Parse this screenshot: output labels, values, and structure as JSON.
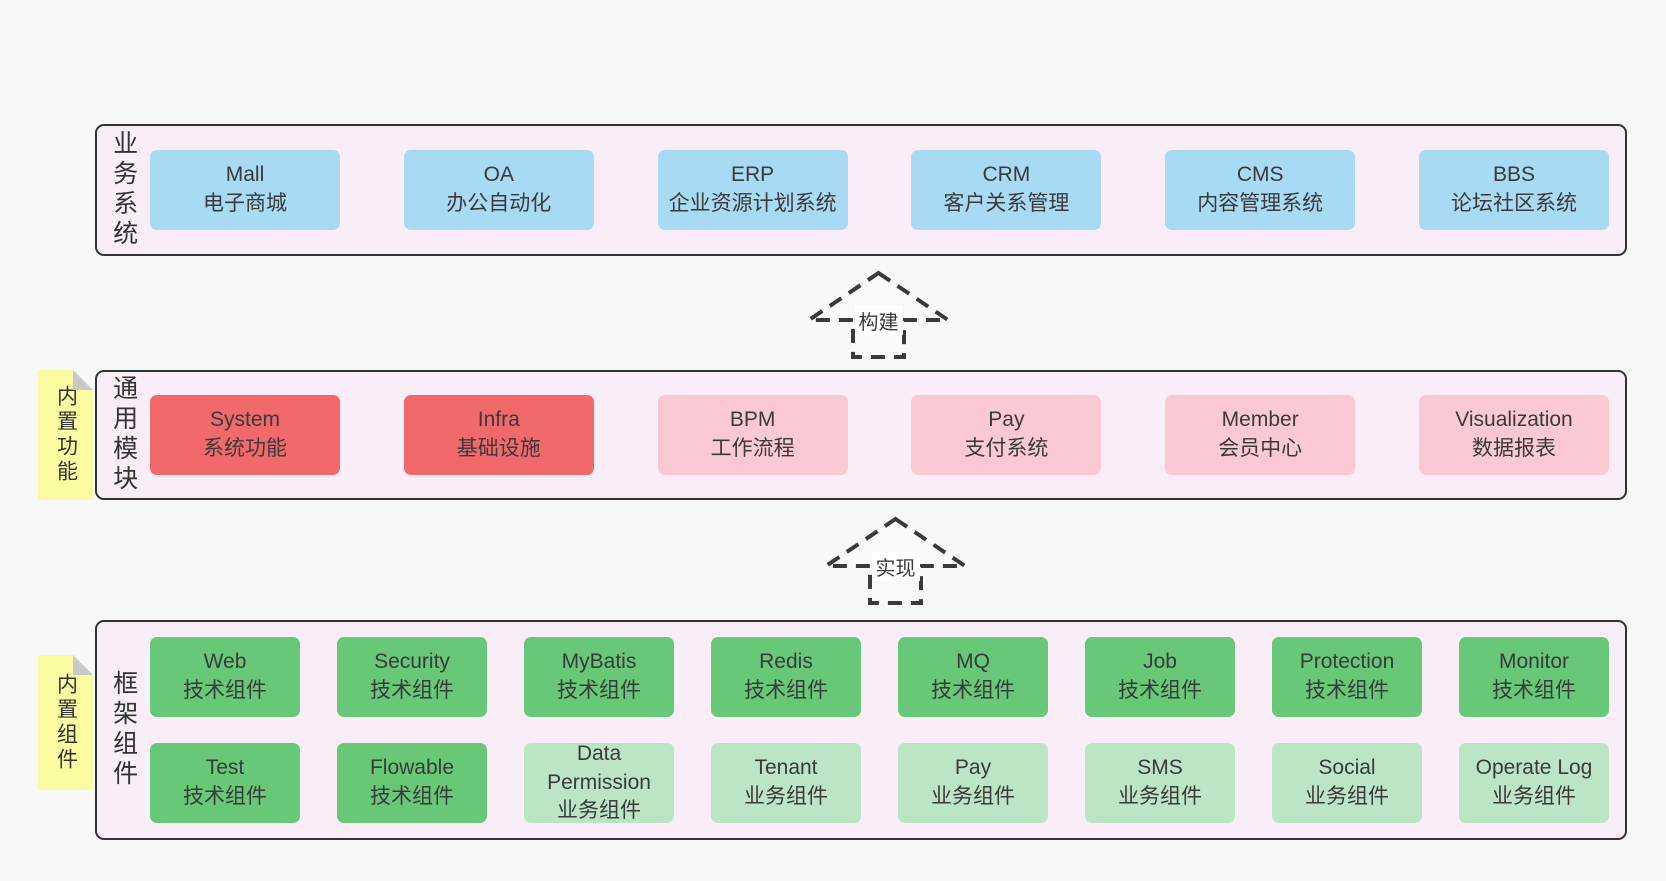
{
  "colors": {
    "page_bg": "#f8f8f8",
    "container_bg": "#f9eef7",
    "container_border": "#333333",
    "box_blue": "#a8daf3",
    "box_red": "#f2696c",
    "box_pink": "#fbc9d4",
    "box_green": "#67c878",
    "box_light_green": "#bce5c6",
    "sticky_yellow": "#fbfba2",
    "sticky_fold": "#c9c9c9",
    "text": "#3a3a3a"
  },
  "layers": {
    "business": {
      "label": "业务系统",
      "boxes": [
        {
          "name": "Mall",
          "desc": "电子商城"
        },
        {
          "name": "OA",
          "desc": "办公自动化"
        },
        {
          "name": "ERP",
          "desc": "企业资源计划系统"
        },
        {
          "name": "CRM",
          "desc": "客户关系管理"
        },
        {
          "name": "CMS",
          "desc": "内容管理系统"
        },
        {
          "name": "BBS",
          "desc": "论坛社区系统"
        }
      ]
    },
    "modules": {
      "label": "通用模块",
      "note": "内置功能",
      "boxes": [
        {
          "name": "System",
          "desc": "系统功能"
        },
        {
          "name": "Infra",
          "desc": "基础设施"
        },
        {
          "name": "BPM",
          "desc": "工作流程"
        },
        {
          "name": "Pay",
          "desc": "支付系统"
        },
        {
          "name": "Member",
          "desc": "会员中心"
        },
        {
          "name": "Visualization",
          "desc": "数据报表"
        }
      ]
    },
    "components": {
      "label": "框架组件",
      "note": "内置组件",
      "row1": [
        {
          "name": "Web",
          "desc": "技术组件"
        },
        {
          "name": "Security",
          "desc": "技术组件"
        },
        {
          "name": "MyBatis",
          "desc": "技术组件"
        },
        {
          "name": "Redis",
          "desc": "技术组件"
        },
        {
          "name": "MQ",
          "desc": "技术组件"
        },
        {
          "name": "Job",
          "desc": "技术组件"
        },
        {
          "name": "Protection",
          "desc": "技术组件"
        },
        {
          "name": "Monitor",
          "desc": "技术组件"
        }
      ],
      "row2": [
        {
          "name": "Test",
          "desc": "技术组件"
        },
        {
          "name": "Flowable",
          "desc": "技术组件"
        },
        {
          "name": "Data Permission",
          "desc": "业务组件"
        },
        {
          "name": "Tenant",
          "desc": "业务组件"
        },
        {
          "name": "Pay",
          "desc": "业务组件"
        },
        {
          "name": "SMS",
          "desc": "业务组件"
        },
        {
          "name": "Social",
          "desc": "业务组件"
        },
        {
          "name": "Operate Log",
          "desc": "业务组件"
        }
      ]
    }
  },
  "arrows": {
    "build": {
      "label": "构建"
    },
    "implement": {
      "label": "实现"
    }
  }
}
